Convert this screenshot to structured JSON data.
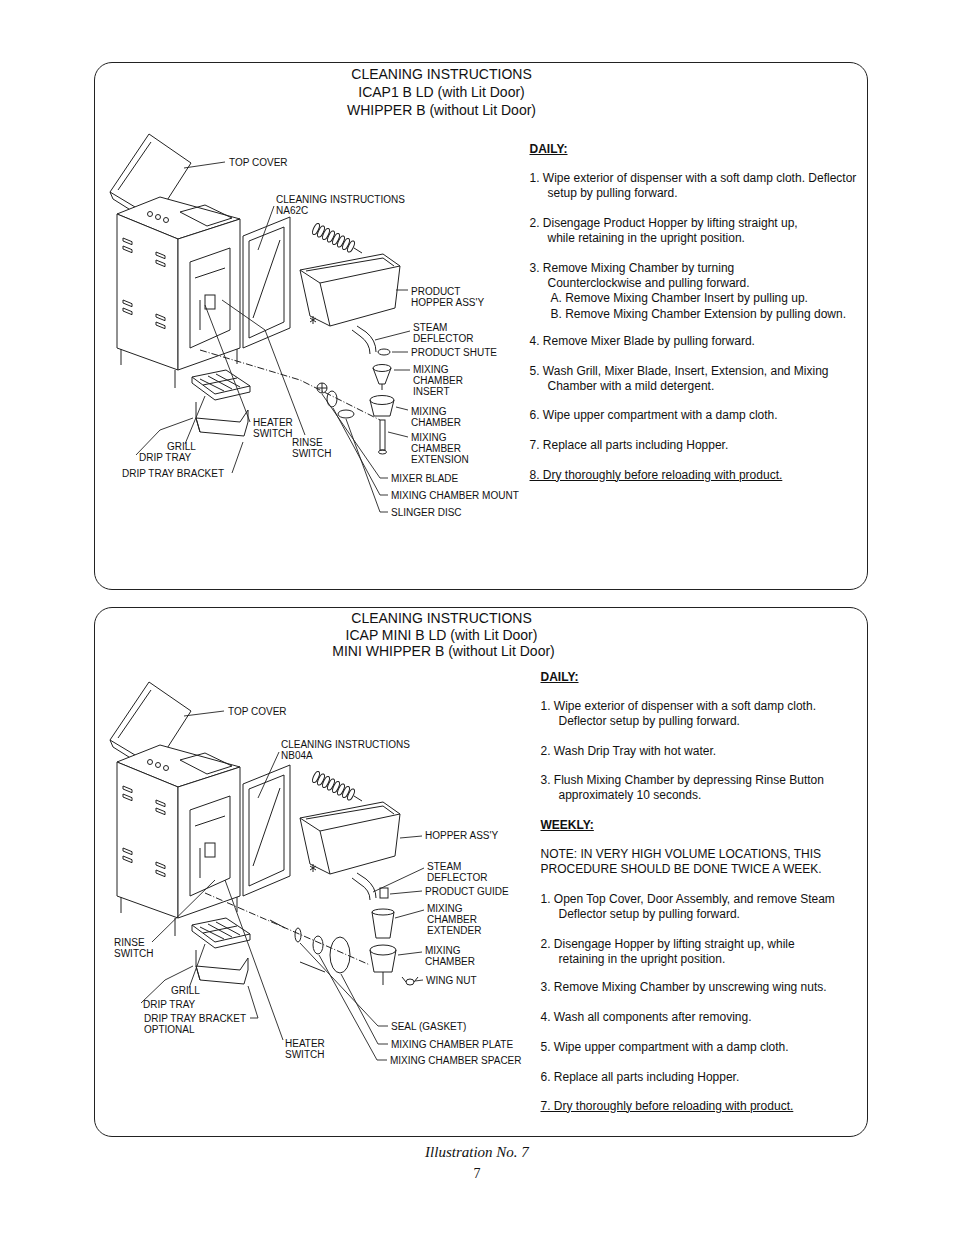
{
  "diagram": {
    "caption": "Illustration No. 7",
    "nodes": [
      {
        "text": [
          "CLEANING INSTRUCTIONS",
          "ICAP1 B LD (with Lit Door)",
          "WHIPPER B (without Lit Door)",
          "DAILY:",
          "1. Wipe exterior of dispenser with a soft damp cloth. Deflector setup by pulling forward.",
          "2. Disengage Product Hopper by lifting straight up, while retaining in the upright position.",
          "3. Remove Mixing Chamber by turning Counterclockwise and pulling forward.",
          "A. Remove Mixing Chamber Insert by pulling up.",
          "B. Remove Mixing Chamber Extension by pulling down.",
          "4. Remove Mixer Blade by pulling forward.",
          "5. Wash Grill, Mixer Blade, Insert, Extension, and Mixing Chamber with a mild detergent.",
          "6. Wipe upper compartment with a damp cloth.",
          "7. Replace all parts including Hopper.",
          "8. Dry thoroughly before reloading with product."
        ]
      },
      {
        "text": [
          "CLEANING INSTRUCTIONS",
          "ICAP MINI B LD (with Lit Door)",
          "MINI WHIPPER B (without Lit Door)",
          "DAILY:",
          "1. Wipe exterior of dispenser with a soft damp cloth. Deflector setup by pulling forward.",
          "2. Wash Drip Tray with hot water.",
          "3. Flush Mixing Chamber by depressing Rinse Button approximately 10 seconds.",
          "WEEKLY:",
          "NOTE: IN VERY HIGH VOLUME LOCATIONS, THIS PROCEDURE SHOULD BE DONE TWICE A WEEK.",
          "1. Open Top Cover, Door Assembly, and remove Steam Deflector setup by pulling forward.",
          "2. Disengage Hopper by lifting straight up, while retaining in the upright position.",
          "3. Remove Mixing Chamber by unscrewing wing nuts.",
          "4. Wash all components after removing.",
          "5. Wipe upper compartment with a damp cloth.",
          "6. Replace all parts including Hopper.",
          "7. Dry thoroughly before reloading with product."
        ]
      }
    ],
    "labels": [
      "TOP COVER",
      "CLEANING INSTRUCTIONS NA62C",
      "PRODUCT HOPPER ASS'Y",
      "STEAM DEFLECTOR",
      "PRODUCT SHUTE",
      "MIXING CHAMBER INSERT",
      "MIXING CHAMBER",
      "MIXING CHAMBER EXTENSION",
      "MIXER BLADE",
      "MIXING CHAMBER MOUNT",
      "SLINGER DISC",
      "HEATER SWITCH",
      "RINSE SWITCH",
      "GRILL",
      "DRIP TRAY",
      "DRIP TRAY BRACKET",
      "TOP COVER",
      "CLEANING INSTRUCTIONS NB04A",
      "HOPPER ASS'Y",
      "STEAM DEFLECTOR",
      "PRODUCT GUIDE",
      "MIXING CHAMBER EXTENDER",
      "MIXING CHAMBER",
      "WING NUT",
      "RINSE SWITCH",
      "GRILL",
      "DRIP TRAY",
      "DRIP TRAY BRACKET OPTIONAL",
      "HEATER SWITCH",
      "SEAL (GASKET)",
      "MIXING CHAMBER PLATE",
      "MIXING CHAMBER SPACER",
      "7"
    ]
  }
}
